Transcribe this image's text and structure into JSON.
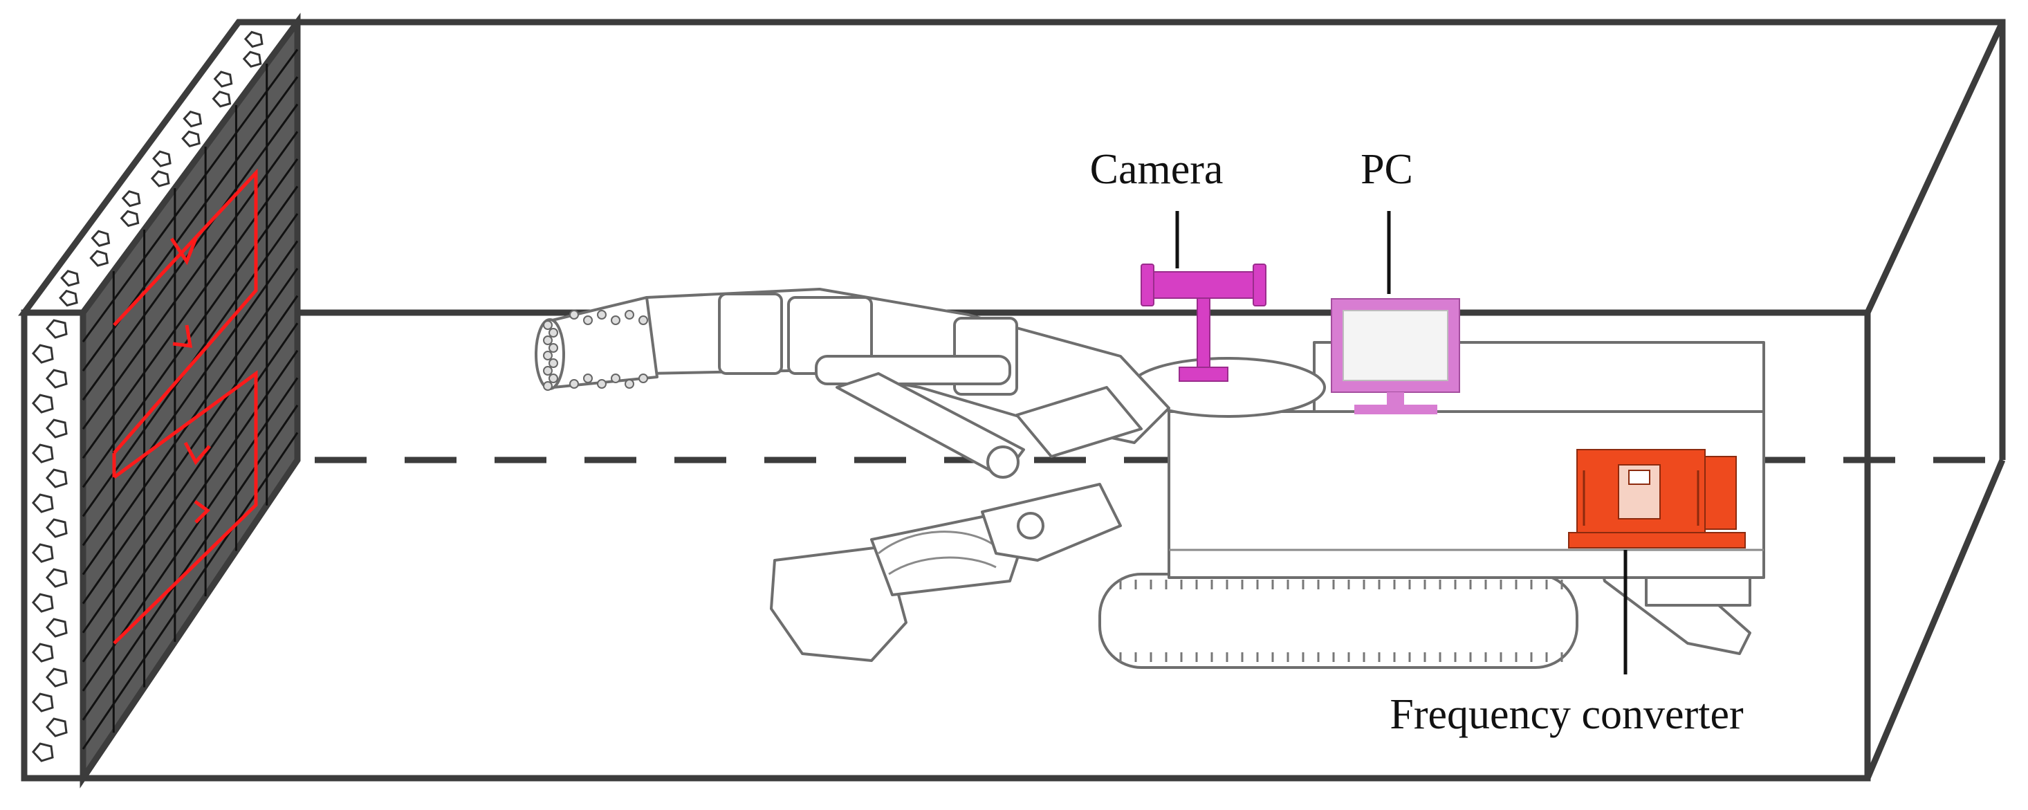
{
  "labels": {
    "camera": "Camera",
    "pc": "PC",
    "converter": "Frequency converter"
  },
  "colors": {
    "camera": "#d63fc4",
    "pc_frame": "#d87dd2",
    "pc_screen": "#f4f4f4",
    "converter": "#ee4a1e",
    "path": "#ff1a1a",
    "box_edge": "#3c3c3c",
    "rock_face": "#5a5a5a"
  },
  "icons": {
    "camera": "camera-icon",
    "pc": "monitor-icon",
    "converter": "frequency-converter-icon"
  }
}
